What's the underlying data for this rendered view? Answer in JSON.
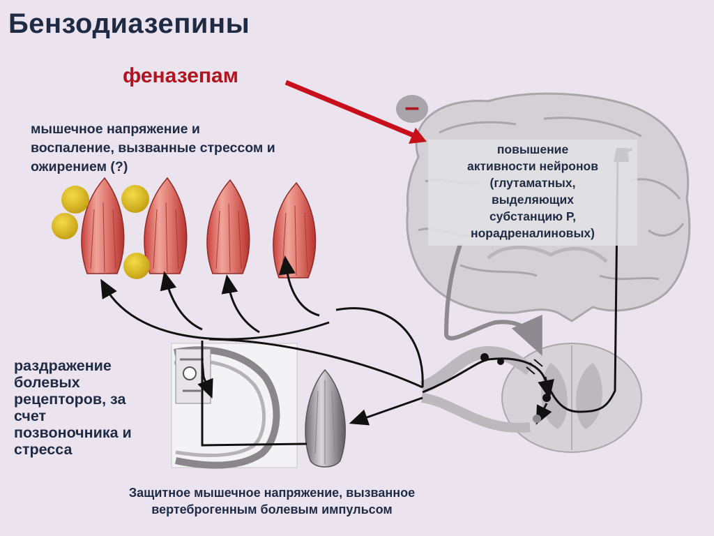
{
  "title": "Бензодиазепины",
  "drug": "феназепам",
  "inhibition_sign": "–",
  "muscle_tension": {
    "lines": [
      "мышечное напряжение и",
      "воспаление, вызванные стрессом и",
      "ожирением (?)"
    ]
  },
  "neuron_activity": {
    "lines": [
      "повышение",
      "активности нейронов",
      "(глутаматных,",
      "выделяющих",
      "субстанцию Р,",
      "норадреналиновых)"
    ]
  },
  "pain_receptors": {
    "lines": [
      "раздражение",
      "болевых",
      "рецепторов, за",
      "счет",
      "позвоночника и",
      "стресса"
    ]
  },
  "protective_tension": {
    "lines": [
      "Защитное мышечное напряжение, вызванное",
      "вертеброгенным болевым импульсом"
    ]
  },
  "colors": {
    "background": "#ebe3ee",
    "title": "#1f2a44",
    "drug": "#b0141e",
    "arrow_red": "#c8101c",
    "muscle_red": "#d9534f",
    "fat_yellow": "#d8b81c"
  }
}
